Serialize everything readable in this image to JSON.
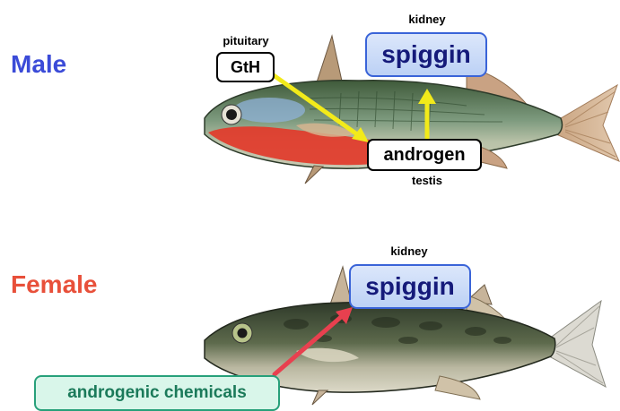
{
  "male": {
    "sex_label": "Male",
    "sex_color": "#3b4bd8",
    "pituitary_label": "pituitary",
    "gth_label": "GtH",
    "kidney_label": "kidney",
    "spiggin_label": "spiggin",
    "androgen_label": "androgen",
    "testis_label": "testis",
    "arrow_color": "#f2ea1a"
  },
  "female": {
    "sex_label": "Female",
    "sex_color": "#e8503a",
    "kidney_label": "kidney",
    "spiggin_label": "spiggin",
    "chemicals_label": "androgenic chemicals",
    "arrow_color": "#e8404f"
  }
}
